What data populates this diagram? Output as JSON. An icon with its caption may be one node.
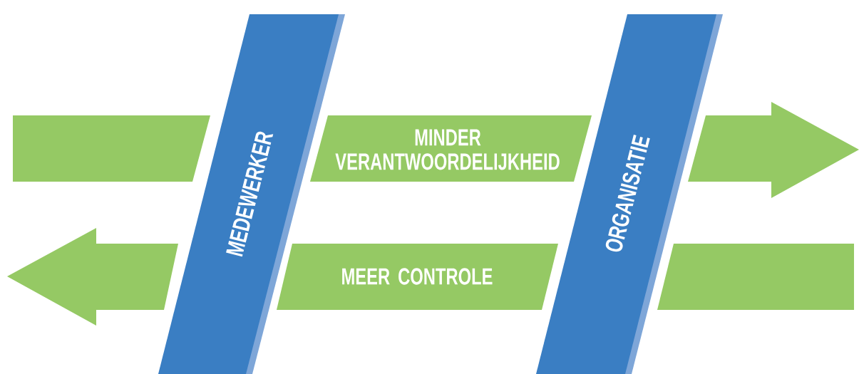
{
  "diagram": {
    "nodes": [
      {
        "text": [],
        "shape": "box"
      },
      {
        "text": [
          "MEDEWERKER"
        ]
      },
      {
        "text": [
          "MINDER VERANTWOORDELIJKHEID"
        ]
      },
      {
        "text": [
          "ORGANISATIE"
        ]
      },
      {
        "text": [],
        "shape": "arrow"
      },
      {
        "text": [],
        "shape": "arrow"
      },
      {
        "text": [
          "MEER CONTROLE"
        ]
      },
      {
        "text": [],
        "shape": "box"
      }
    ]
  }
}
